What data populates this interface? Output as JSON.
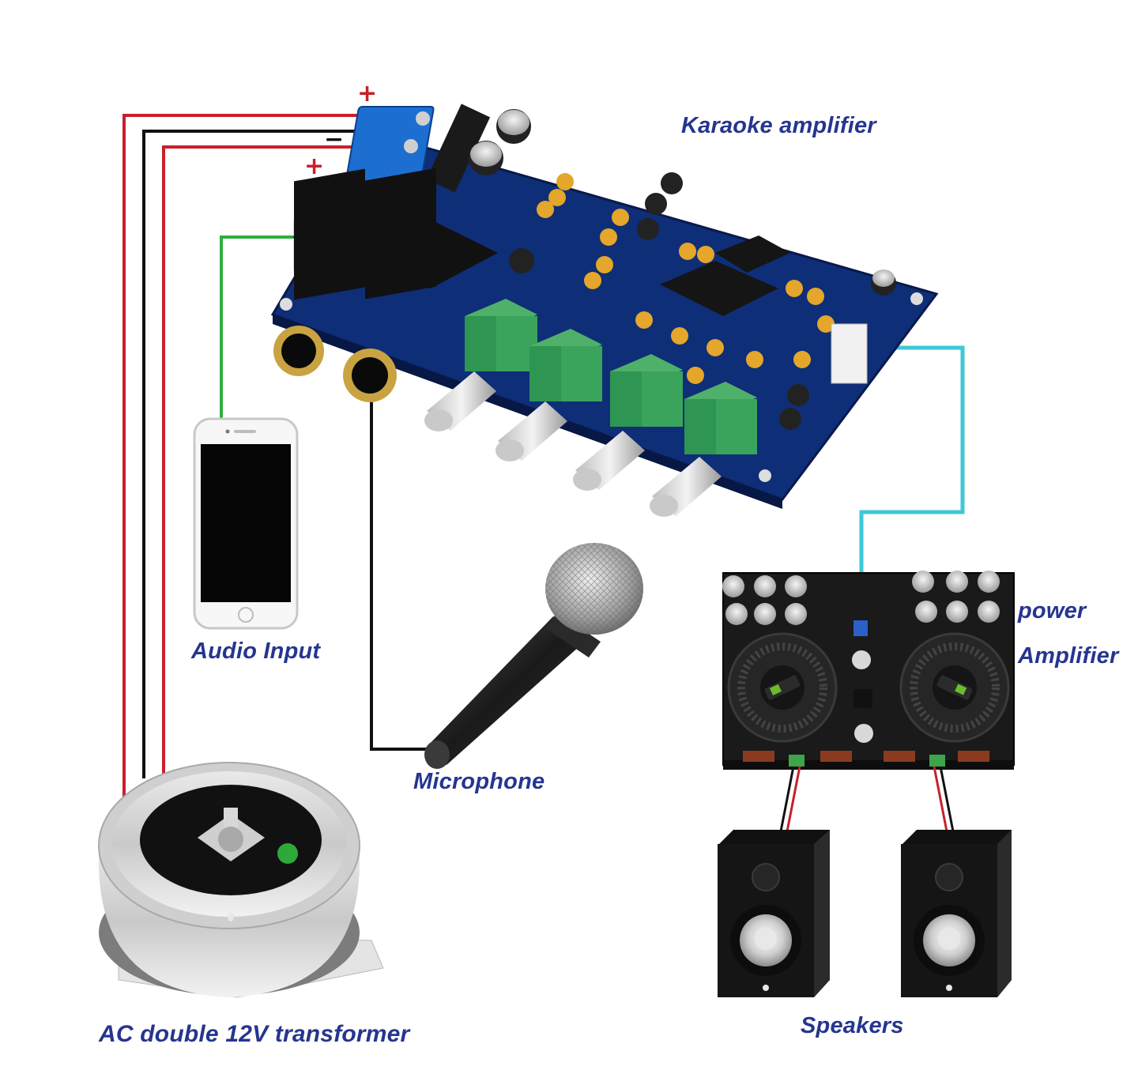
{
  "labels": {
    "karaoke_amplifier": "Karaoke amplifier",
    "power": "power",
    "amplifier": "Amplifier",
    "audio_input": "Audio Input",
    "microphone": "Microphone",
    "transformer": "AC double 12V transformer",
    "speakers": "Speakers"
  },
  "polarity": {
    "plus_top": "+",
    "minus": "−",
    "plus_bottom": "+"
  },
  "colors": {
    "label": "#26358f",
    "wire_red": "#c8202a",
    "wire_black": "#111111",
    "wire_green": "#2fae3c",
    "wire_cyan": "#3ec8d6",
    "pcb_blue": "#0f2e78",
    "power_board": "#1a1a1a"
  },
  "icons": [
    "karaoke-board",
    "phone-icon",
    "microphone-icon",
    "transformer-icon",
    "power-amp-board",
    "speaker-icon"
  ]
}
